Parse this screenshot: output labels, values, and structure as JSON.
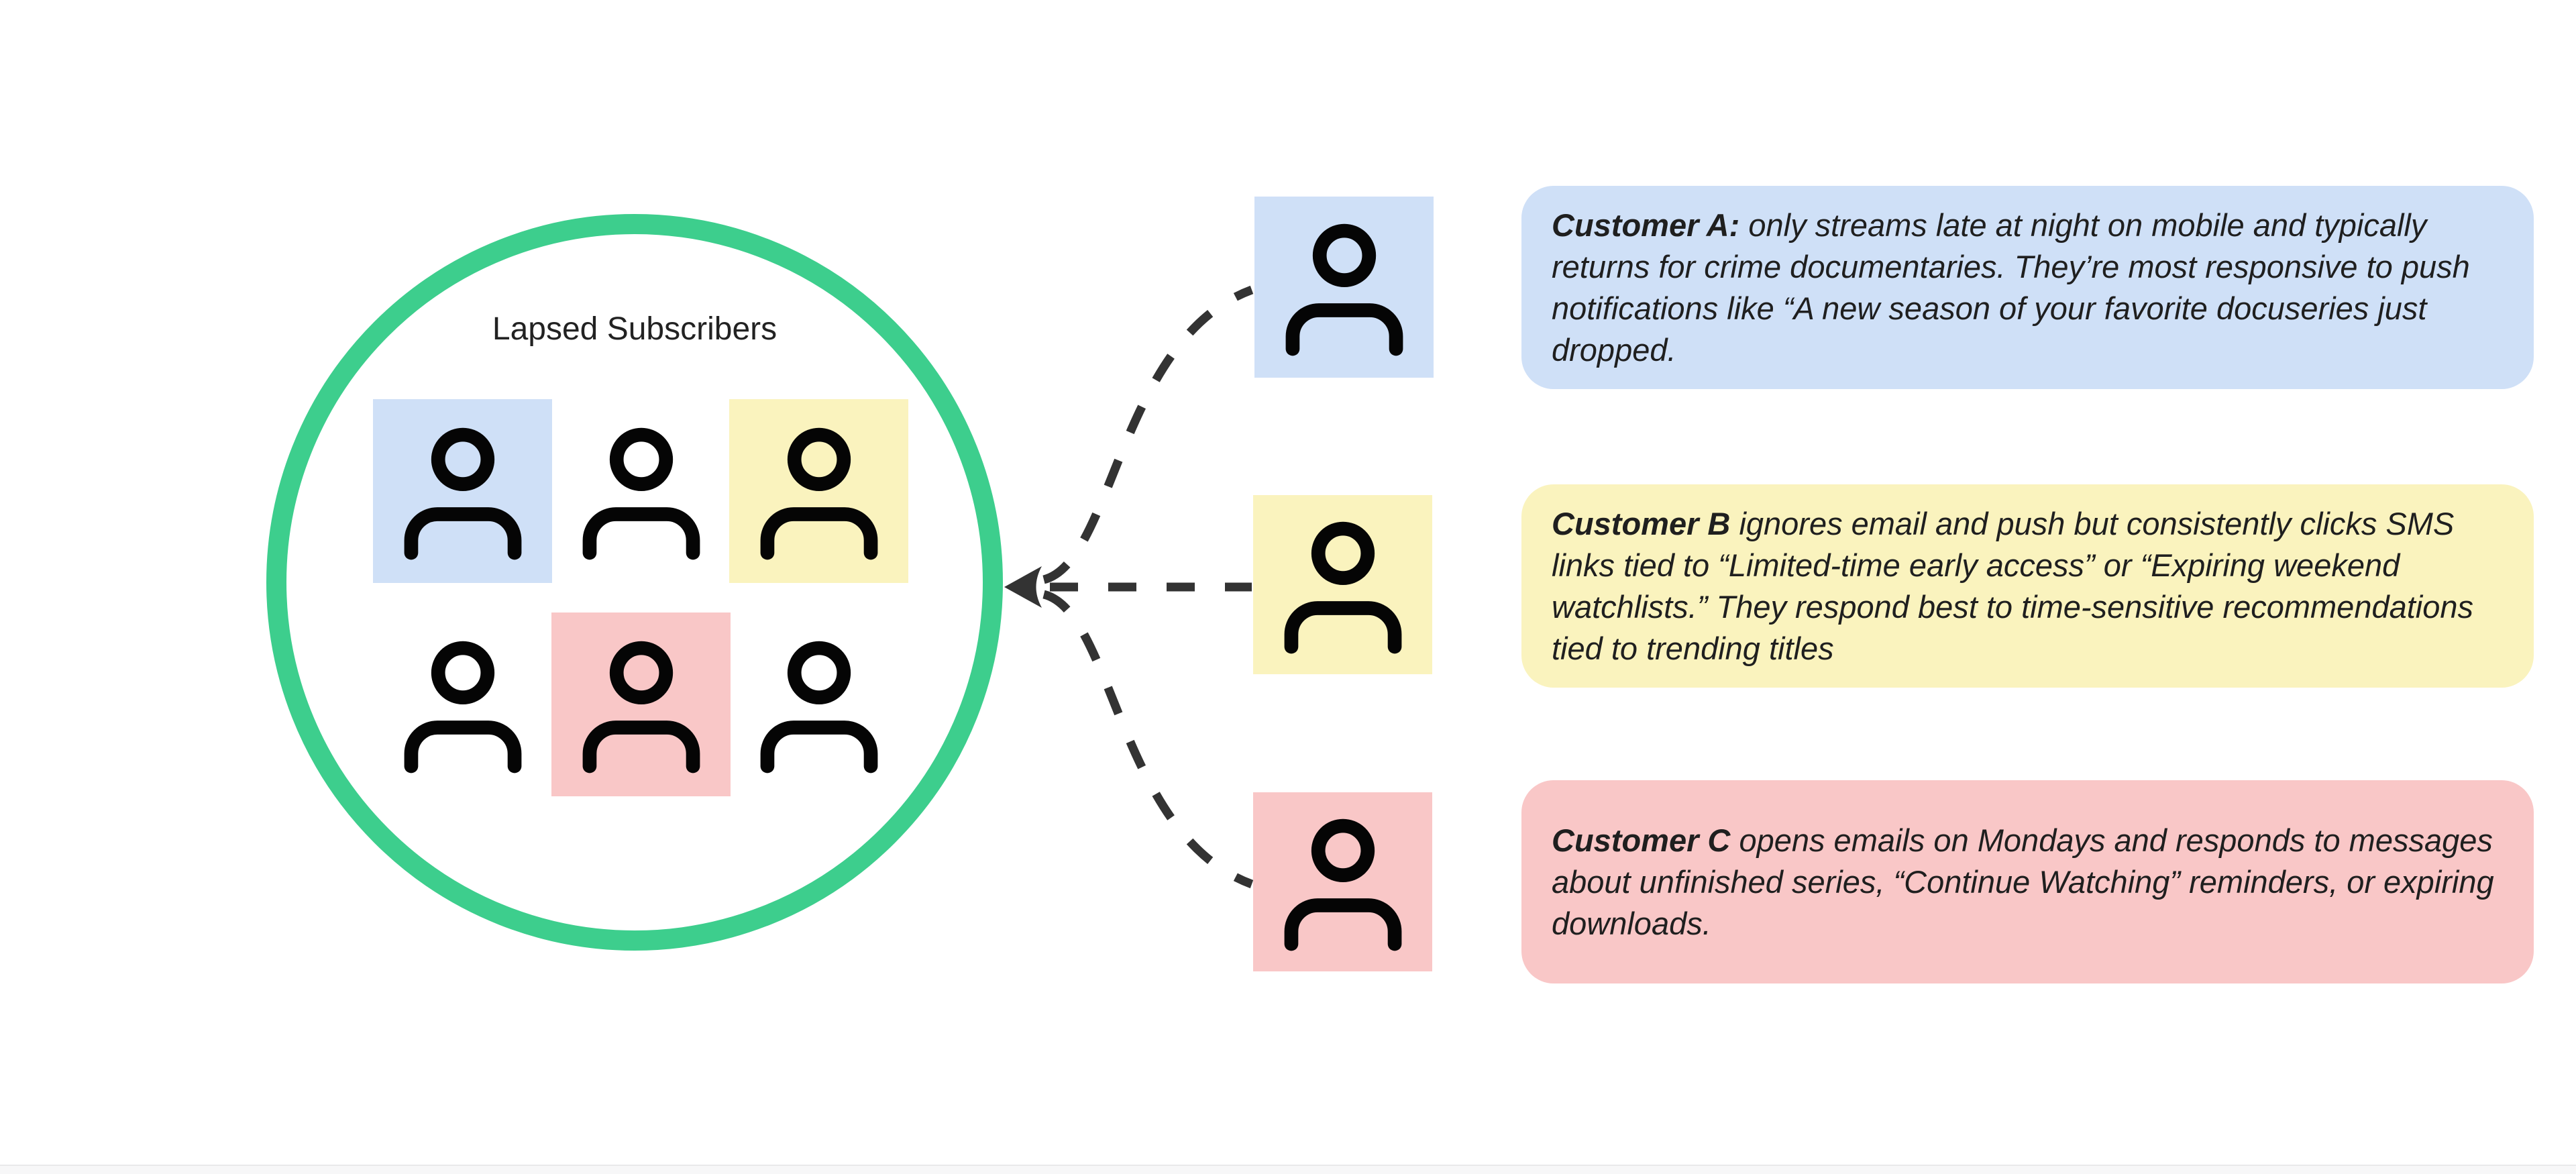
{
  "colors": {
    "background": "#ffffff",
    "circle_stroke": "#3dce8d",
    "connector": "#333333",
    "icon_stroke": "#050505",
    "text": "#1f1f1f",
    "tile_blue": "#cfe0f7",
    "tile_yellow": "#faf3be",
    "tile_pink": "#f9c7c7",
    "footer_bar": "#f7f7f8"
  },
  "cluster": {
    "label": "Lapsed Subscribers",
    "members": [
      {
        "row": 1,
        "col": 1,
        "highlight": "blue"
      },
      {
        "row": 1,
        "col": 2,
        "highlight": "none"
      },
      {
        "row": 1,
        "col": 3,
        "highlight": "yellow"
      },
      {
        "row": 2,
        "col": 1,
        "highlight": "none"
      },
      {
        "row": 2,
        "col": 2,
        "highlight": "pink"
      },
      {
        "row": 2,
        "col": 3,
        "highlight": "none"
      }
    ]
  },
  "personas": [
    {
      "name": "Customer A:",
      "highlight": "blue",
      "description": "only streams late at night on mobile and typically returns for crime documentaries. They’re most responsive to push notifications like “A new season of your favorite docuseries just dropped."
    },
    {
      "name": "Customer B",
      "highlight": "yellow",
      "description": "ignores email and push but consistently clicks SMS links tied to “Limited-time early access” or “Expiring weekend watchlists.” They respond best to time-sensitive recommendations tied to trending titles"
    },
    {
      "name": "Customer C",
      "highlight": "pink",
      "description": "opens emails on Mondays and responds to messages about unfinished series, “Continue Watching” reminders, or expiring downloads."
    }
  ]
}
